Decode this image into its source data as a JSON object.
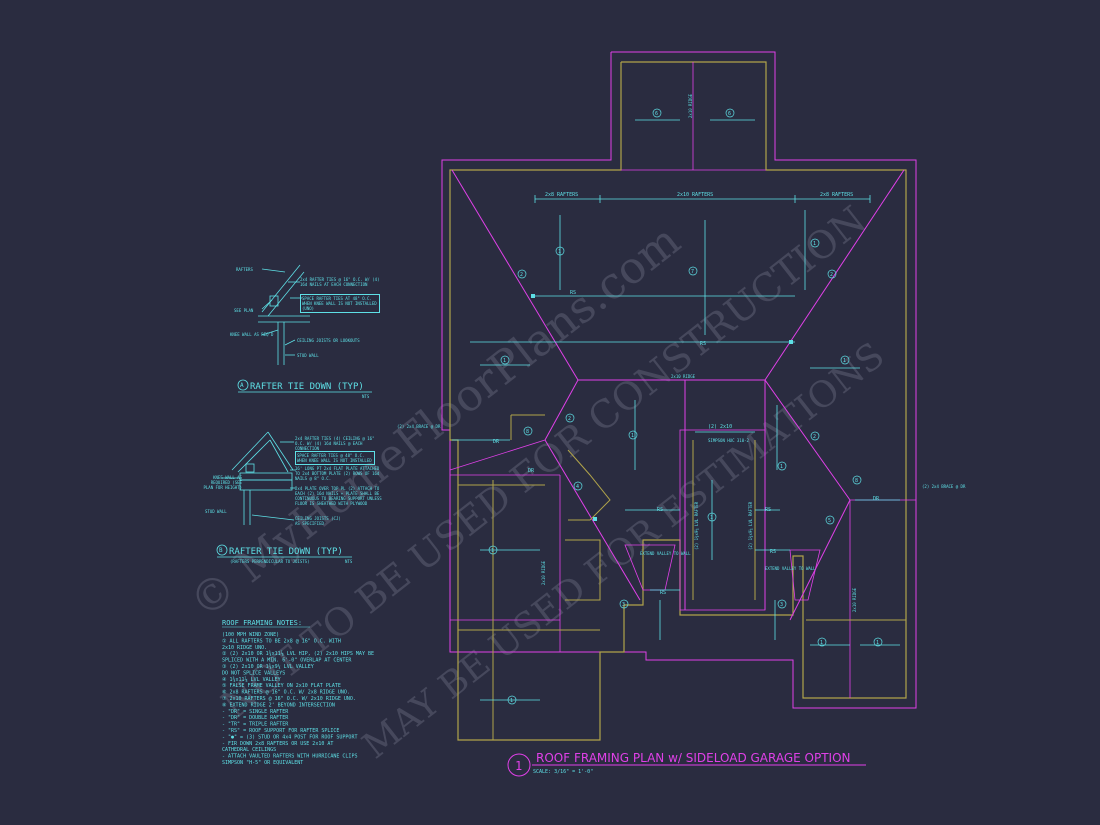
{
  "colors": {
    "background": "#2a2c40",
    "cyan": "#5ee0e6",
    "magenta": "#e040e8",
    "olive": "#b0a34a",
    "watermark": "#4a4c60"
  },
  "watermark": {
    "line1": "© MyHomeFloorPlans.com",
    "line2": "NOT TO BE USED FOR CONSTRUCTION",
    "line3": "MAY BE USED FOR ESTIMATIONS"
  },
  "plan": {
    "labels": {
      "rafters_2x8_left": "2x8 RAFTERS",
      "rafters_2x10_mid": "2x10 RAFTERS",
      "rafters_2x8_right": "2x8 RAFTERS",
      "rs": "RS",
      "ridge_2x10": "2x10 RIDGE",
      "dr": "DR",
      "brace_left": "(2) 2x4 BRACE @ DR",
      "brace_right": "(2) 2x4 BRACE @ DR",
      "double_2x10": "(2) 2x10",
      "simpson_hanger": "SIMPSON HUC 310-2",
      "lvl_rafter": "(2) 1¾x9¼ LVL RAFTER",
      "extend_valley": "EXTEND VALLEY TO WALL",
      "ridge_2x10_vertical": "2x10 RIDGE"
    },
    "callouts": [
      "1",
      "2",
      "3",
      "4",
      "5",
      "6",
      "7",
      "8"
    ]
  },
  "detail_a": {
    "tag": "A",
    "title": "RAFTER TIE DOWN (TYP)",
    "scale": "NTS",
    "labels": {
      "rafters": "RAFTERS",
      "tie_note": "2x4 RAFTER TIES @ 16\" O.C. W/ (4) 16d NAILS AT EACH CONNECTION",
      "spacer_note": "SPACE RAFTER TIES AT 48\" O.C. WHEN KNEE WALL IS NOT INSTALLED (UNO)",
      "see_plan": "SEE PLAN",
      "knee_wall": "KNEE WALL AS REQ'D",
      "ceiling_joists": "CEILING JOISTS OR LOOKOUTS",
      "stud_wall": "STUD WALL"
    }
  },
  "detail_b": {
    "tag": "B",
    "title": "RAFTER TIE DOWN (TYP)",
    "subtitle": "(RAFTERS PERPENDICULAR TO JOISTS)",
    "scale": "NTS",
    "labels": {
      "tie_note": "2x4 RAFTER TIES (4) CEILING @ 16\" O.C. W/ (4) 16d NAILS @ EACH CONNECTION",
      "spacer_note": "SPACE RAFTER TIES @ 48\" O.C. WHEN KNEE WALL IS NOT INSTALLED",
      "long_plate": "16' LONG PT 2x4 FLAT PLATE ATTACHED TO 2x4 BOTTOM PLATE (2) ROWS OF 16d NAILS @ 8\" O.C.",
      "plate_note": "2x4 PLATE OVER TOP PL (2) ATTACH TO EACH (2) 16d NAILS + PLATE SHALL BE CONTINUOUS TO BEARING SUPPORT UNLESS FLOOR IS SHEATHED WITH PLYWOOD",
      "knee_wall": "KNEE WALL AS REQUIRED (SEE PLAN FOR HEIGHT)",
      "stud_wall": "STUD WALL",
      "ceiling_joists": "CEILING JOISTS (CJ) AS SPECIFIED"
    }
  },
  "notes": {
    "heading": "ROOF FRAMING NOTES:",
    "lines": [
      "(100 MPH WIND ZONE)",
      "① ALL RAFTERS TO BE 2x8 @ 16\" O.C. WITH",
      "   2x10 RIDGE UNO.",
      "② (2) 2x10 OR 1¾x11⅞ LVL HIP, (2) 2x10 HIPS MAY BE",
      "   SPLICED WITH A MIN. 6'-0\" OVERLAP AT CENTER",
      "③ (2) 2x10 OR 1¾x9¼ LVL VALLEY",
      "   DO NOT SPLICE VALLEYS",
      "④ 1¾x11⅞ LVL VALLEY",
      "⑤ FALSE FRAME VALLEY ON 2x10 FLAT PLATE",
      "⑥ 2x8 RAFTERS @ 16\" O.C. W/ 2x8 RIDGE UNO.",
      "⑦ 2x10 RAFTERS @ 16\" O.C. W/ 2x10 RIDGE UNO.",
      "⑧ EXTEND RIDGE 2' BEYOND INTERSECTION",
      "- \"DR\" = SINGLE RAFTER",
      "- \"DR\" = DOUBLE RAFTER",
      "- \"TR\" = TRIPLE RAFTER",
      "- \"RS\" = ROOF SUPPORT FOR RAFTER SPLICE",
      "- \"●\" = (3) STUD OR 4x4 POST FOR ROOF SUPPORT",
      "- FIR DOWN 2x8 RAFTERS OR USE 2x10 AT",
      "  CATHEDRAL CEILINGS",
      "- ATTACH VAULTED RAFTERS WITH HURRICANE CLIPS",
      "  SIMPSON \"H-5\" OR EQUIVALENT"
    ]
  },
  "title_block": {
    "number": "1",
    "title": "ROOF FRAMING PLAN w/ SIDELOAD GARAGE OPTION",
    "scale": "SCALE: 3/16\" = 1'-0\""
  }
}
